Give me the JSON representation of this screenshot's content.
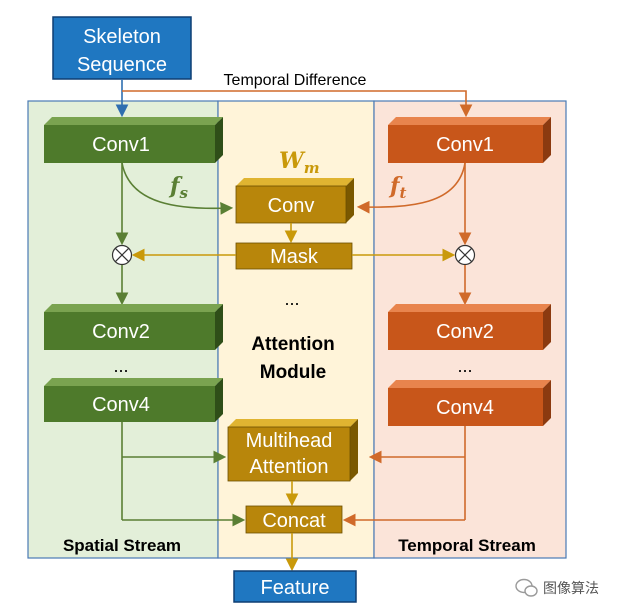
{
  "input": {
    "line1": "Skeleton",
    "line2": "Sequence"
  },
  "temporal_difference": "Temporal Difference",
  "spatial": {
    "conv1": "Conv1",
    "conv2": "Conv2",
    "ellipsis": "...",
    "conv4": "Conv4",
    "feature_symbol": "f",
    "feature_sub": "s",
    "stream_label": "Spatial Stream"
  },
  "temporal": {
    "conv1": "Conv1",
    "conv2": "Conv2",
    "ellipsis": "...",
    "conv4": "Conv4",
    "feature_symbol": "f",
    "feature_sub": "t",
    "stream_label": "Temporal Stream"
  },
  "attention": {
    "weight_symbol": "W",
    "weight_sub": "m",
    "conv": "Conv",
    "mask": "Mask",
    "ellipsis": "...",
    "module_line1": "Attention",
    "module_line2": "Module",
    "multihead_line1": "Multihead",
    "multihead_line2": "Attention",
    "concat": "Concat"
  },
  "output": {
    "label": "Feature"
  },
  "watermark": {
    "text": "图像算法"
  },
  "colors": {
    "blue": "#1f77c1",
    "green": "#4e7a2b",
    "orange": "#c8561a",
    "gold": "#b8860b",
    "spatial_bg": "#e3efd9",
    "temporal_bg": "#fbe4d9",
    "attention_bg": "#fff4d9"
  }
}
